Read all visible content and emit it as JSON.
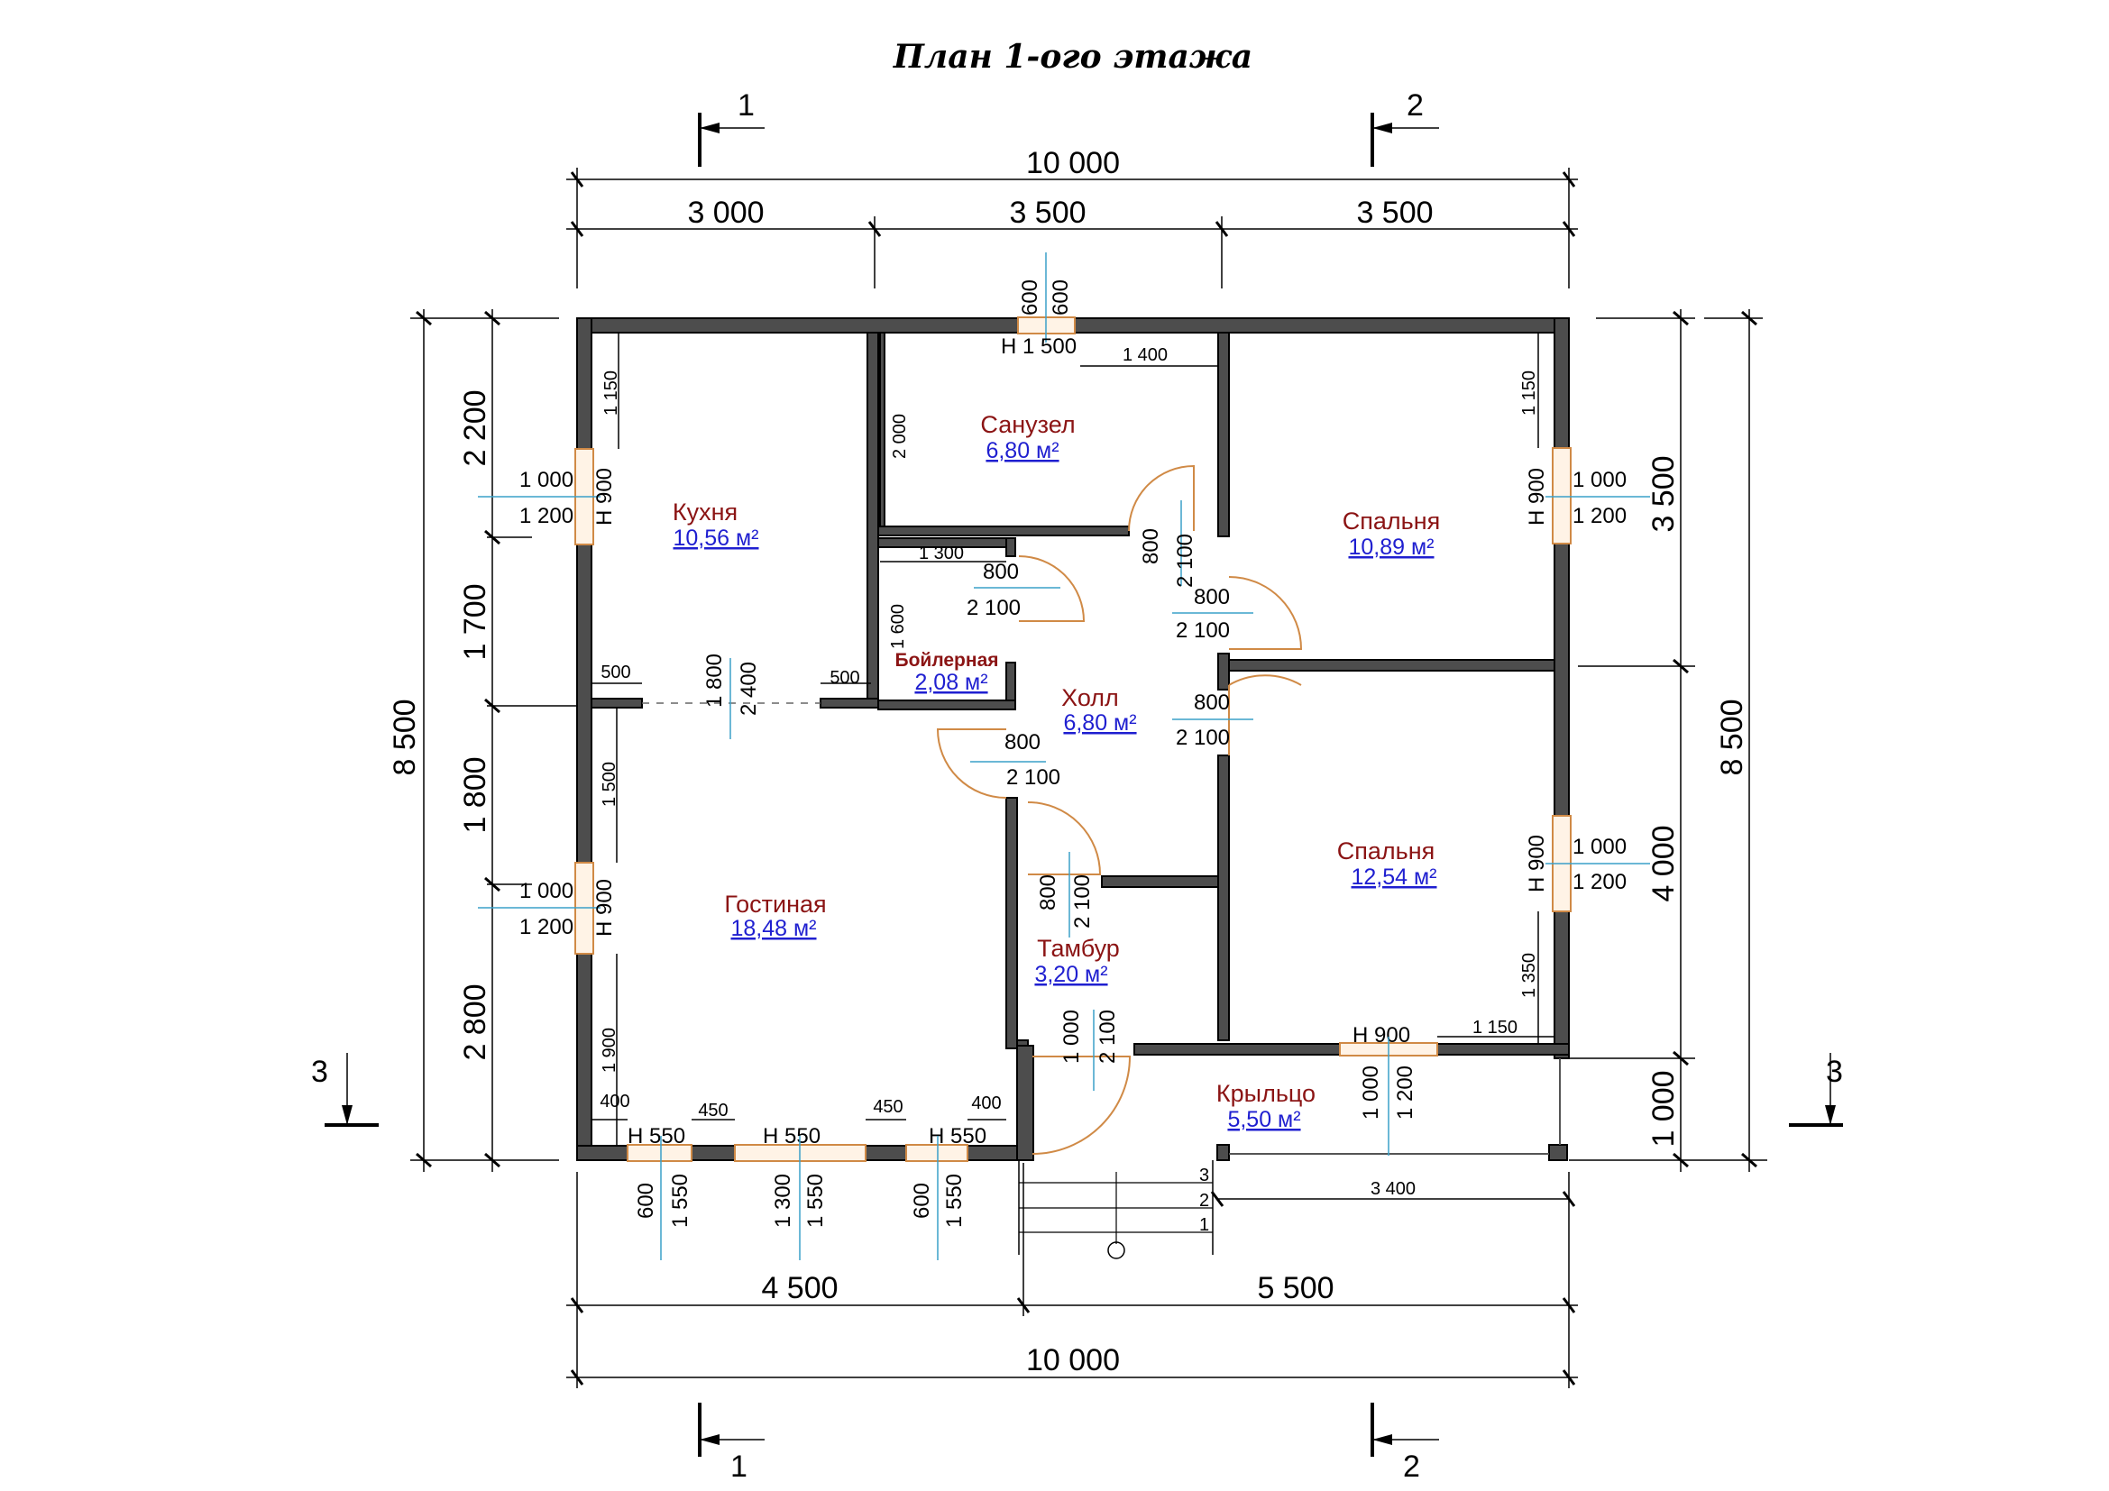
{
  "title": "План 1-ого этажа",
  "sections": {
    "s1": "1",
    "s2": "2",
    "s3": "3"
  },
  "dimensions": {
    "overall_width": "10 000",
    "top_seg1": "3 000",
    "top_seg2": "3 500",
    "top_seg3": "3 500",
    "bottom_seg1": "4 500",
    "bottom_seg2": "5 500",
    "overall_height": "8 500",
    "left_seg1": "2 200",
    "left_seg2": "1 700",
    "left_seg3": "1 800",
    "left_seg4": "2 800",
    "right_seg1": "3 500",
    "right_seg2": "4 000",
    "right_seg3": "1 000",
    "porch_length": "3 400"
  },
  "rooms": [
    {
      "name": "Кухня",
      "area": "10,56 м²"
    },
    {
      "name": "Санузел",
      "area": "6,80 м²"
    },
    {
      "name": "Спальня",
      "area": "10,89 м²"
    },
    {
      "name": "Бойлерная",
      "area": "2,08 м²"
    },
    {
      "name": "Холл",
      "area": "6,80 м²"
    },
    {
      "name": "Спальня",
      "area": "12,54 м²"
    },
    {
      "name": "Гостиная",
      "area": "18,48 м²"
    },
    {
      "name": "Тамбур",
      "area": "3,20 м²"
    },
    {
      "name": "Крыльцо",
      "area": "5,50 м²"
    }
  ],
  "labels": {
    "v600": "600",
    "h1500": "Н 1 500",
    "v1400": "1 400",
    "v1150": "1 150",
    "v1000": "1 000",
    "v1200": "1 200",
    "h900": "Н 900",
    "v2000": "2 000",
    "v1300": "1 300",
    "v1600": "1 600",
    "v800": "800",
    "v2100": "2 100",
    "v500": "500",
    "v1800": "1 800",
    "v2400": "2 400",
    "v1500": "1 500",
    "v1900": "1 900",
    "v400": "400",
    "v450": "450",
    "h550": "Н 550",
    "v1550": "1 550",
    "v1350": "1 350",
    "v1000b": "1 000",
    "v1200b": "1 200",
    "h900b": "Н 900",
    "v1150b": "1 150",
    "step1": "1",
    "step2": "2",
    "step3": "3"
  }
}
